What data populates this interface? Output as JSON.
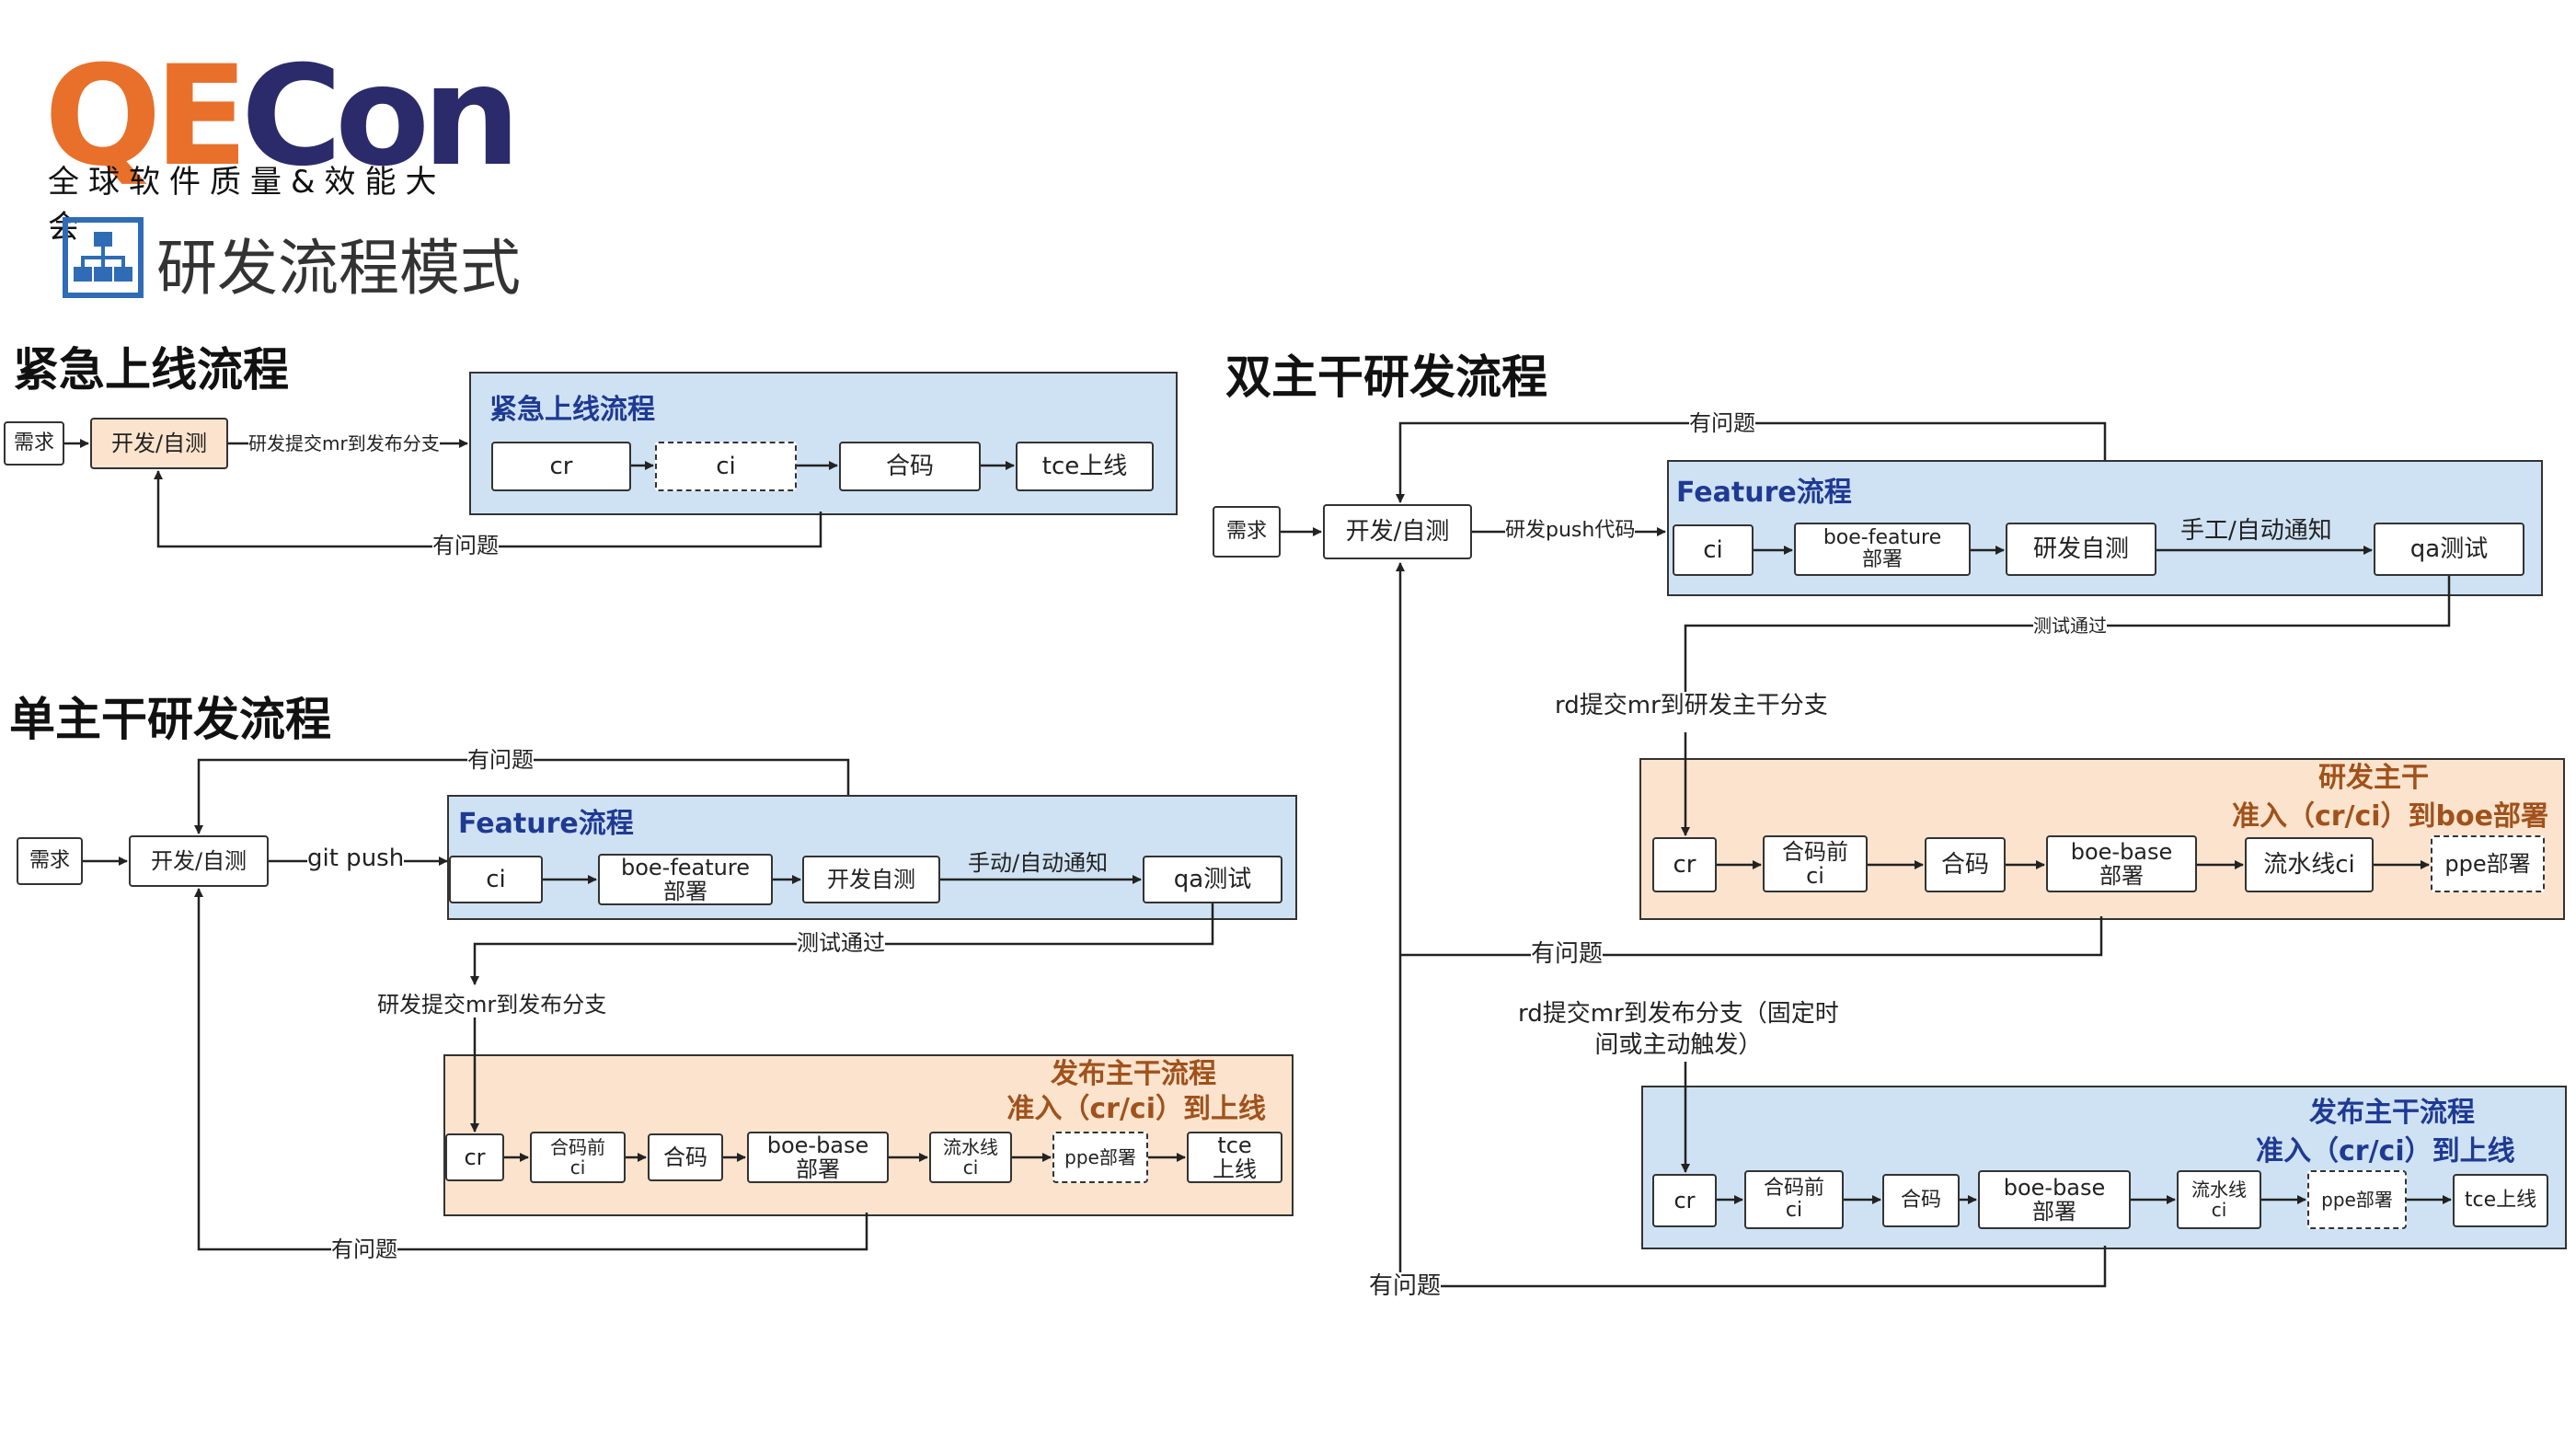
{
  "header": {
    "logo_text": "QECon",
    "logo_subtitle": "全球软件质量&效能大会",
    "slide_title": "研发流程模式",
    "brand_colors": {
      "q": "#e8702a",
      "e": "#e8702a",
      "con": "#2b2b6b",
      "icon": "#2f6cb5"
    }
  },
  "emergency": {
    "title": "紧急上线流程",
    "need": "需求",
    "dev": "开发/自测",
    "edge_submit": "研发提交mr到发布分支",
    "panel_title": "紧急上线流程",
    "steps": [
      "cr",
      "ci",
      "合码",
      "tce上线"
    ],
    "edge_issue": "有问题"
  },
  "single_trunk": {
    "title": "单主干研发流程",
    "need": "需求",
    "dev": "开发/自测",
    "edge_push": "git push",
    "edge_issue_top": "有问题",
    "feature_title": "Feature流程",
    "feature_steps": [
      "ci",
      "boe-feature\n部署",
      "开发自测",
      "qa测试"
    ],
    "edge_notify": "手动/自动通知",
    "edge_test_pass": "测试通过",
    "edge_submit": "研发提交mr到发布分支",
    "release_title_1": "发布主干流程",
    "release_title_2": "准入（cr/ci）到上线",
    "release_steps": [
      "cr",
      "合码前\nci",
      "合码",
      "boe-base\n部署",
      "流水线\nci",
      "ppe部署",
      "tce\n上线"
    ],
    "edge_issue_bottom": "有问题"
  },
  "dual_trunk": {
    "title": "双主干研发流程",
    "need": "需求",
    "dev": "开发/自测",
    "edge_push": "研发push代码",
    "edge_issue_top": "有问题",
    "feature_title": "Feature流程",
    "feature_steps": [
      "ci",
      "boe-feature\n部署",
      "研发自测",
      "qa测试"
    ],
    "edge_notify": "手工/自动通知",
    "edge_test_pass": "测试通过",
    "edge_submit_dev": "rd提交mr到研发主干分支",
    "dev_title_1": "研发主干",
    "dev_title_2": "准入（cr/ci）到boe部署",
    "dev_steps": [
      "cr",
      "合码前\nci",
      "合码",
      "boe-base\n部署",
      "流水线ci",
      "ppe部署"
    ],
    "edge_issue_mid": "有问题",
    "edge_submit_release": "rd提交mr到发布分支（固定时\n间或主动触发）",
    "release_title_1": "发布主干流程",
    "release_title_2": "准入（cr/ci）到上线",
    "release_steps": [
      "cr",
      "合码前\nci",
      "合码",
      "boe-base\n部署",
      "流水线\nci",
      "ppe部署",
      "tce上线"
    ],
    "edge_issue_bottom": "有问题"
  }
}
